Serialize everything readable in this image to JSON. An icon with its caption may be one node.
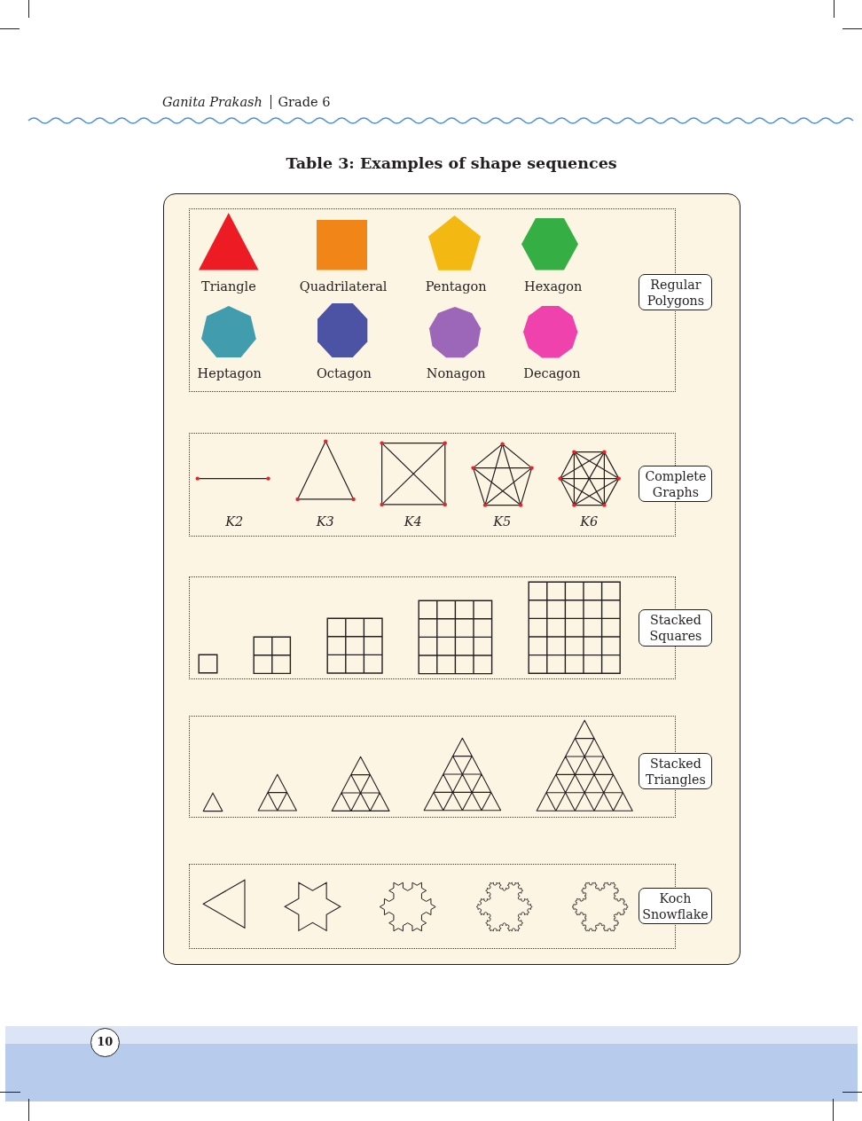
{
  "diagram": {
    "title": "Table 3: Examples of shape sequences",
    "nodes": [
      {
        "text": [],
        "shape": "box"
      },
      {
        "text": [],
        "shape": "box",
        "in": 0
      },
      {
        "text": [
          "Triangle"
        ],
        "in": 1
      },
      {
        "text": [
          "Quadrilateral"
        ],
        "in": 1
      },
      {
        "text": [
          "Pentagon"
        ],
        "in": 1
      },
      {
        "text": [
          "Hexagon"
        ],
        "in": 1
      },
      {
        "text": [
          "Heptagon"
        ],
        "in": 1
      },
      {
        "text": [
          "Octagon"
        ],
        "in": 1
      },
      {
        "text": [
          "Nonagon"
        ],
        "in": 1
      },
      {
        "text": [
          "Decagon"
        ],
        "in": 1
      },
      {
        "text": [
          "Regular Polygons"
        ],
        "in": 0
      },
      {
        "text": [],
        "shape": "box",
        "in": 0
      },
      {
        "text": [
          "K2"
        ],
        "in": 11
      },
      {
        "text": [
          "K3"
        ],
        "in": 11
      },
      {
        "text": [
          "K4"
        ],
        "in": 11
      },
      {
        "text": [
          "K5"
        ],
        "in": 11
      },
      {
        "text": [
          "K6"
        ],
        "in": 11
      },
      {
        "text": [
          "Complete Graphs"
        ],
        "in": 0
      },
      {
        "text": [],
        "shape": "box",
        "in": 0
      },
      {
        "text": [],
        "shape": "picture",
        "in": 18
      },
      {
        "text": [],
        "shape": "picture",
        "in": 18
      },
      {
        "text": [],
        "shape": "picture",
        "in": 18
      },
      {
        "text": [],
        "shape": "picture",
        "in": 18
      },
      {
        "text": [],
        "shape": "picture",
        "in": 18
      },
      {
        "text": [
          "Stacked Squares"
        ],
        "in": 0
      },
      {
        "text": [],
        "shape": "box",
        "in": 0
      },
      {
        "text": [],
        "shape": "picture",
        "in": 25
      },
      {
        "text": [],
        "shape": "picture",
        "in": 25
      },
      {
        "text": [],
        "shape": "picture",
        "in": 25
      },
      {
        "text": [],
        "shape": "picture",
        "in": 25
      },
      {
        "text": [],
        "shape": "picture",
        "in": 25
      },
      {
        "text": [
          "Stacked Triangles"
        ],
        "in": 0
      },
      {
        "text": [],
        "shape": "box",
        "in": 0
      },
      {
        "text": [],
        "shape": "picture",
        "in": 32
      },
      {
        "text": [],
        "shape": "picture",
        "in": 32
      },
      {
        "text": [],
        "shape": "picture",
        "in": 32
      },
      {
        "text": [],
        "shape": "picture",
        "in": 32
      },
      {
        "text": [],
        "shape": "picture",
        "in": 32
      },
      {
        "text": [
          "Koch Snowflake"
        ],
        "in": 0
      },
      {
        "text": [
          "10"
        ]
      }
    ],
    "labels": [
      "Ganita Prakash",
      "Grade 6"
    ]
  }
}
